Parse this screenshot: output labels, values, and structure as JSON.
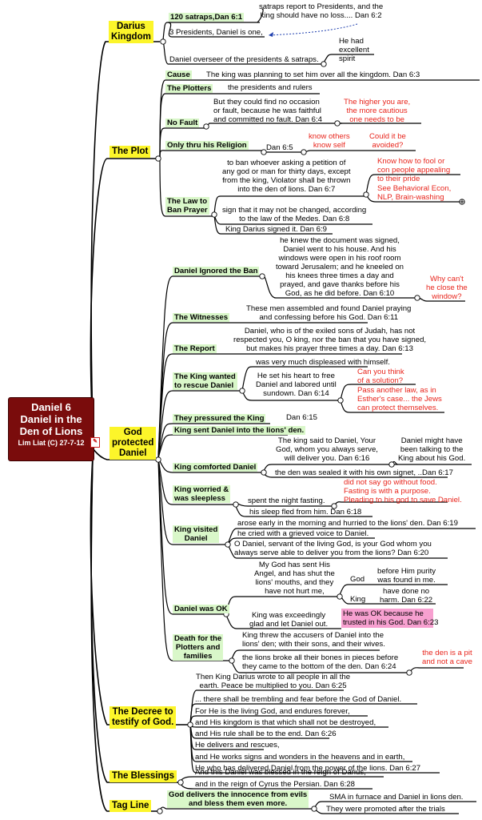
{
  "root": {
    "title": "Daniel 6\nDaniel in the\nDen of Lions",
    "subtitle": "Lim Liat (C) 27-7-12"
  },
  "colors": {
    "root": "#7a0c0c",
    "branch": "#fcf52a",
    "node": "#d9f7c9",
    "comment": "#e8251c",
    "highlight": "#f7a0d0"
  },
  "branches": {
    "darius": {
      "label": "Darius\nKingdom",
      "satraps": "120 satraps,Dan 6:1",
      "satraps_note": "satraps report to Presidents, and the\nking should have no loss.... Dan 6:2",
      "presidents": "3 Presidents, Daniel is one,",
      "overseer": "Daniel overseer of the presidents & satraps.",
      "spirit": "He had\nexcellent\nspirit"
    },
    "plot": {
      "label": "The Plot",
      "cause": "Cause",
      "cause_text": "The king was planning to set him over all the kingdom.  Dan 6:3",
      "plotters": "The Plotters",
      "plotters_text": "the presidents and rulers",
      "nofault": "No Fault",
      "nofault_text": "But they could find no occasion\nor fault, because he was faithful\nand committed no fault.  Dan 6:4",
      "nofault_note": "The higher you are,\nthe more cautious\none needs to be",
      "religion": "Only thru his Religion",
      "religion_ref": "Dan 6:5",
      "religion_note1": "know others\nknow self",
      "religion_note2": "Could it be\navoided?",
      "law": "The Law to\nBan Prayer",
      "law_text1": "to ban whoever asking a petition of\nany god or man for thirty days, except\nfrom the king, Violator shall be thrown\ninto the den of lions.  Dan 6:7",
      "law_note1": "Know how to fool or\ncon people appealing\nto their pride",
      "law_note2": "See Behavioral Econ,\nNLP, Brain-washing",
      "law_text2": "sign that it may not be changed, according\nto the law of the Medes. Dan 6:8",
      "law_text3": "King Darius signed it.  Dan 6:9"
    },
    "god": {
      "label": "God\nprotected\nDaniel",
      "ignored": "Daniel Ignored the Ban",
      "ignored_text": "he knew the document was signed,\nDaniel went to his house. And his\nwindows were open in his roof room\ntoward Jerusalem; and he kneeled on\nhis knees three times a day and\nprayed, and gave thanks before his\nGod, as he did before.  Dan 6:10",
      "ignored_note": "Why can't\nhe close the\nwindow?",
      "witnesses": "The Witnesses",
      "witnesses_text": "These men assembled and found Daniel praying\nand confessing before his God.  Dan 6:11",
      "report": "The Report",
      "report_text": "Daniel, who is of the exiled sons of Judah, has not\nrespected you, O king, nor the ban that you have signed,\nbut makes his prayer three times a day.  Dan 6:13",
      "rescue": "The King wanted\nto rescue Daniel",
      "rescue_text1": "was very much displeased with himself.",
      "rescue_text2": "He set his heart to free\nDaniel and labored until\nsundown.  Dan 6:14",
      "rescue_note1": "Can you think\nof a solution?",
      "rescue_note2": "Pass another law, as in\nEsther's case... the Jews\ncan protect themselves.",
      "pressured": "They pressured the King",
      "pressured_ref": "Dan 6:15",
      "sent": "King sent Daniel into the lions' den.",
      "comforted": "King comforted Daniel",
      "comforted_text1": "The king said to Daniel, Your\nGod, whom you always serve,\nwill deliver you.  Dan 6:16",
      "comforted_text2": "Daniel might have\nbeen talking to the\nKing about his God.",
      "comforted_text3": "the den was sealed it with his own signet, ..Dan 6:17",
      "worried": "King worried &\nwas sleepless",
      "worried_text1": "spent the night fasting.",
      "worried_note": "did not say go without food.\nFasting is with a purpose.\nPleading to his god to save Daniel.",
      "worried_text2": "his sleep fled from him.  Dan 6:18",
      "visited": "King visited\nDaniel",
      "visited_text1": "arose early in the morning and hurried to the lions' den.  Dan 6:19",
      "visited_text2": "he cried with a grieved voice to Daniel.",
      "visited_text3": "O Daniel, servant of the living God, is your God whom you\nalways serve able to deliver you from the lions?  Dan 6:20",
      "ok": "Daniel was OK",
      "ok_text1": "My God has sent His\nAngel, and has shut the\nlions' mouths, and they\nhave not hurt me,",
      "ok_god": "God",
      "ok_god_text": "before Him purity\nwas found in me.",
      "ok_king": "King",
      "ok_king_text": "have done no\nharm.  Dan 6:22",
      "ok_text2": "King was exceedingly\nglad and let Daniel out.",
      "ok_highlight": "He was OK because he\ntrusted in his God.  Dan 6:23",
      "death": "Death for the\nPlotters and\nfamilies",
      "death_text1": "King threw the accusers of Daniel into the\nlions' den; with their sons, and their wives.",
      "death_text2": "the lions broke all their bones in pieces before\nthey came to the bottom of the den.  Dan 6:24",
      "death_note": "the den is a pit\nand not a cave"
    },
    "decree": {
      "label": "The Decree to\ntestify of God.",
      "lines": [
        "Then King Darius wrote to all people in all the\nearth. Peace be multiplied to you.  Dan 6:25",
        "... there shall be trembling and fear before the God of Daniel.",
        "For He is the living God, and endures forever,",
        "and His kingdom is that which shall not be destroyed,",
        "and His rule shall be to the end.  Dan 6:26",
        "He delivers and rescues,",
        "and He works signs and wonders in the heavens and in earth,",
        "He who has delivered Daniel from the power of the lions.  Dan 6:27"
      ]
    },
    "blessings": {
      "label": "The Blessings",
      "lines": [
        "And this Daniel was blessed in the reign of Darius,",
        "and in the reign of Cyrus the Persian.  Dan 6:28"
      ]
    },
    "tagline": {
      "label": "Tag Line",
      "node": "God delivers the innocence from evils\nand bless them even more.",
      "lines": [
        "SMA in furnace and Daniel in lions den.",
        "They were promoted after the trials"
      ]
    }
  }
}
